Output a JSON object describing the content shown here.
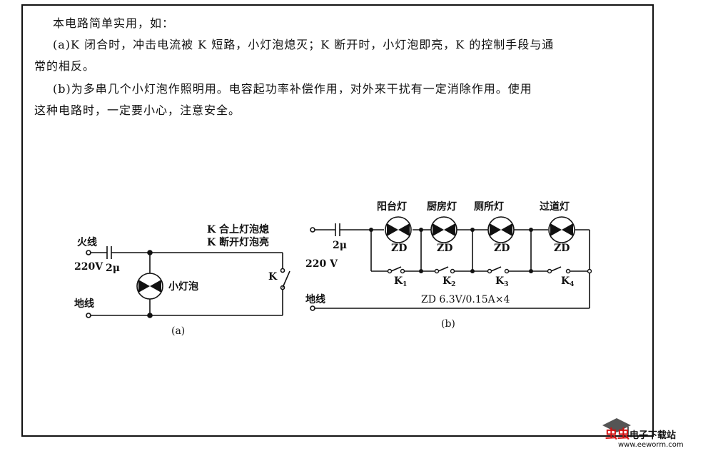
{
  "text": {
    "line1": "本电路简单实用，如：",
    "line2": "(a)K 闭合时，冲击电流被 K 短路，小灯泡熄灭；K 断开时，小灯泡即亮，K 的控制手段与通",
    "line3": "常的相反。",
    "line4": "(b)为多串几个小灯泡作照明用。电容起功率补偿作用，对外来干扰有一定消除作用。使用",
    "line5": "这种电路时，一定要小心，注意安全。"
  },
  "circuit_a": {
    "live_label": "火线",
    "voltage": "220V",
    "cap": "2μ",
    "lamp_label": "小灯泡",
    "ground_label": "地线",
    "switch_label": "K",
    "note1": "K 合上灯泡熄",
    "note2": "K 断开灯泡亮",
    "caption": "(a)"
  },
  "circuit_b": {
    "cap": "2μ",
    "voltage": "220 V",
    "ground_label": "地线",
    "lamps": [
      "阳台灯",
      "厨房灯",
      "厕所灯",
      "过道灯"
    ],
    "zd": "ZD",
    "switches": [
      "K",
      "K",
      "K",
      "K"
    ],
    "switch_subs": [
      "1",
      "2",
      "3",
      "4"
    ],
    "spec": "ZD 6.3V/0.15A×4",
    "caption": "(b)"
  },
  "watermark": {
    "brand_red": "虫虫",
    "brand_rest": "电子下载站",
    "url": "www.eeworm.com"
  }
}
